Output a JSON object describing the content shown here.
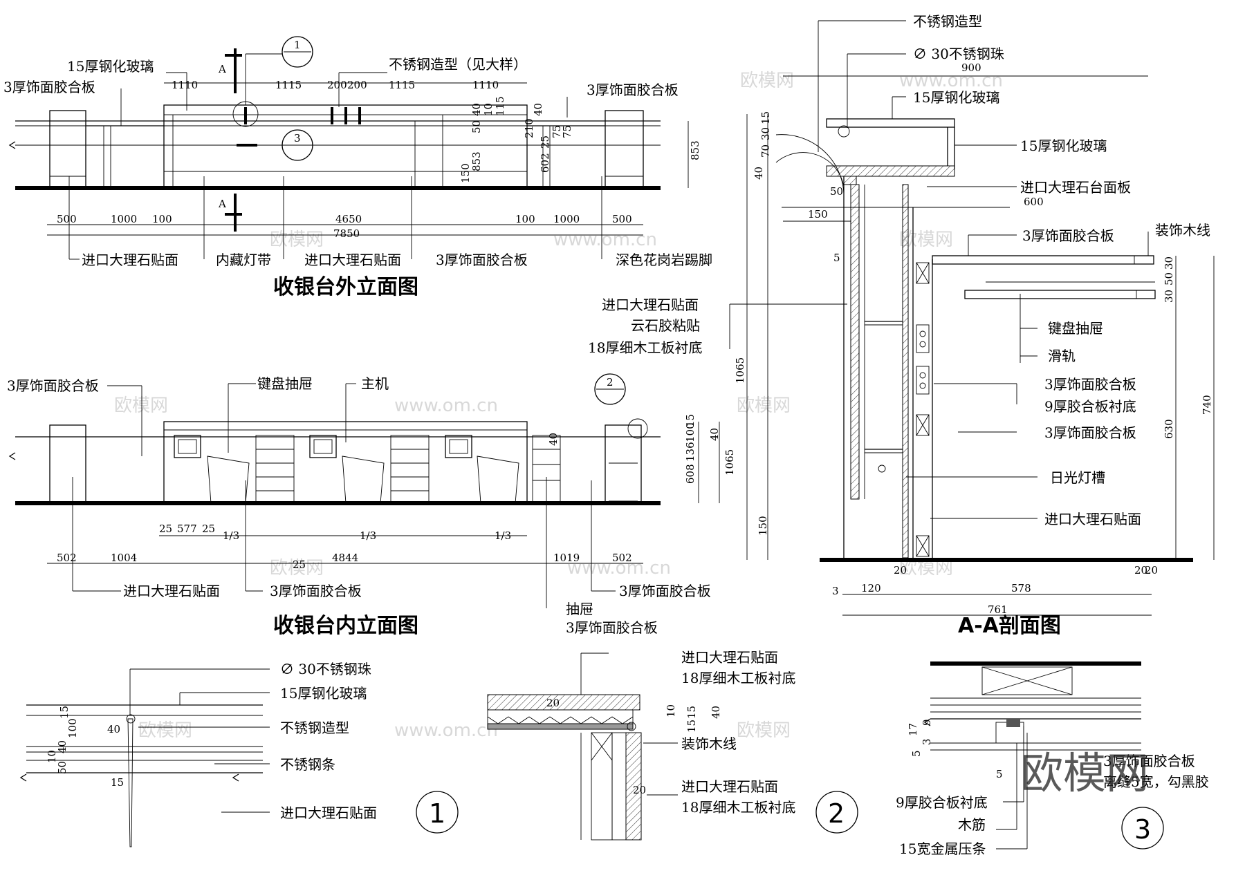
{
  "titles": {
    "outer": "收银台外立面图",
    "inner": "收银台内立面图",
    "section": "A-A剖面图"
  },
  "outer_labels": {
    "glass15": "15厚钢化玻璃",
    "plywood3_left": "3厚饰面胶合板",
    "steel_shape": "不锈钢造型（见大样）",
    "plywood3_right": "3厚饰面胶合板",
    "marble1": "进口大理石贴面",
    "hidden_light": "内藏灯带",
    "marble2": "进口大理石贴面",
    "plywood3_bottom": "3厚饰面胶合板",
    "granite": "深色花岗岩踢脚",
    "section_marker": "A",
    "detail1": "1",
    "detail3": "3"
  },
  "outer_dims": {
    "top": [
      "1110",
      "1115",
      "200",
      "200",
      "1115",
      "1110"
    ],
    "bottom": [
      "500",
      "1000",
      "100",
      "4650",
      "100",
      "1000",
      "500"
    ],
    "total": "7850",
    "height": "853",
    "inner_h": [
      "853",
      "150",
      "602",
      "50",
      "40",
      "10",
      "115",
      "40",
      "25",
      "210",
      "75",
      "75"
    ]
  },
  "inner_labels": {
    "plywood3_left": "3厚饰面胶合板",
    "keyboard": "键盘抽屉",
    "host": "主机",
    "marble": "进口大理石贴面",
    "plywood3_mid": "3厚饰面胶合板",
    "plywood3_right": "3厚饰面胶合板",
    "drawer": "抽屉",
    "drawer_ply": "3厚饰面胶合板",
    "detail2": "2"
  },
  "inner_dims": {
    "sub": [
      "25",
      "577",
      "25",
      "1/3",
      "1/3",
      "1/3"
    ],
    "bottom": [
      "502",
      "1004",
      "25",
      "4844",
      "1019",
      "502"
    ],
    "right": [
      "15",
      "100",
      "40",
      "136",
      "608",
      "1065",
      "40"
    ]
  },
  "section_labels": {
    "steel_shape": "不锈钢造型",
    "steel_ball": "∅ 30不锈钢珠",
    "glass1": "15厚钢化玻璃",
    "glass2": "15厚钢化玻璃",
    "marble_top": "进口大理石台面板",
    "plywood3": "3厚饰面胶合板",
    "wood_line": "装饰木线",
    "marble_face": "进口大理石贴面",
    "glue": "云石胶粘贴",
    "board18": "18厚细木工板衬底",
    "keyboard": "键盘抽屉",
    "rail": "滑轨",
    "ply3b": "3厚饰面胶合板",
    "ply9": "9厚胶合板衬底",
    "ply3c": "3厚饰面胶合板",
    "light_slot": "日光灯槽",
    "marble_face2": "进口大理石贴面"
  },
  "section_dims": {
    "top": "900",
    "d600": "600",
    "d150": "150",
    "d50": "50",
    "d5": "5",
    "left": [
      "15",
      "30",
      "70",
      "40"
    ],
    "h1065": "1065",
    "h150": "150",
    "right": [
      "30",
      "50",
      "30",
      "740",
      "630"
    ],
    "bottom": [
      "3",
      "120",
      "20",
      "578",
      "20",
      "20",
      "761"
    ]
  },
  "detail1": {
    "ball": "∅ 30不锈钢珠",
    "glass": "15厚钢化玻璃",
    "steel": "不锈钢造型",
    "strip": "不锈钢条",
    "marble": "进口大理石贴面",
    "dims": [
      "15",
      "100",
      "40",
      "10",
      "40",
      "50",
      "15"
    ],
    "num": "1"
  },
  "detail2": {
    "marble_a": "进口大理石贴面",
    "board_a": "18厚细木工板衬底",
    "wood": "装饰木线",
    "marble_b": "进口大理石贴面",
    "board_b": "18厚细木工板衬底",
    "dims": [
      "20",
      "10",
      "15",
      "15",
      "40",
      "20"
    ],
    "num": "2"
  },
  "detail3": {
    "ply": "3厚饰面胶合板",
    "gap": "离缝5宽，勾黑胶",
    "ply9": "9厚胶合板衬底",
    "batten": "木筋",
    "metal": "15宽金属压条",
    "dims": [
      "17",
      "9",
      "5",
      "3",
      "5"
    ],
    "num": "3"
  },
  "watermarks": {
    "site": "欧模网",
    "url": "www.om.cn",
    "big": "欧模网"
  }
}
